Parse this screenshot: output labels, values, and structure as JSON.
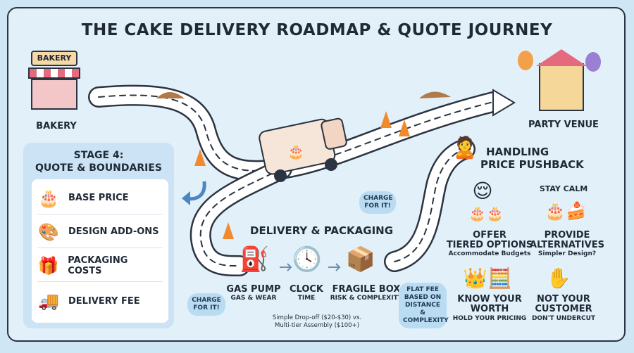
{
  "title": "THE CAKE DELIVERY ROADMAP & QUOTE JOURNEY",
  "start": {
    "sign": "BAKERY",
    "label": "BAKERY"
  },
  "end": {
    "label": "PARTY VENUE"
  },
  "stage": {
    "line1": "STAGE 4:",
    "line2": "QUOTE & BOUNDARIES",
    "items": [
      {
        "icon": "cake-icon",
        "label": "BASE PRICE"
      },
      {
        "icon": "palette-icon",
        "label": "DESIGN ADD-ONS"
      },
      {
        "icon": "gift-icon",
        "label": "PACKAGING COSTS"
      },
      {
        "icon": "truck-icon",
        "label": "DELIVERY FEE"
      }
    ]
  },
  "delivery": {
    "title": "DELIVERY & PACKAGING",
    "steps": [
      {
        "icon": "gas-pump-icon",
        "label": "GAS PUMP",
        "sub": "GAS & WEAR"
      },
      {
        "icon": "clock-icon",
        "label": "CLOCK",
        "sub": "TIME"
      },
      {
        "icon": "fragile-box-icon",
        "label": "FRAGILE BOX",
        "sub": "RISK & COMPLEXITY"
      }
    ],
    "bubble_top": "CHARGE FOR IT!",
    "bubble_left": "CHARGE FOR IT!",
    "bubble_right": "FLAT FEE BASED ON DISTANCE & COMPLEXITY",
    "note_line1": "Simple Drop-off ($20-$30) vs.",
    "note_line2": "Multi-tier Assembly ($100+)"
  },
  "pushback": {
    "title_line1": "HANDLING",
    "title_line2": "PRICE PUSHBACK",
    "stay_calm": "STAY CALM",
    "tips": [
      {
        "l1": "OFFER",
        "l2": "TIERED OPTIONS",
        "sub": "Accommodate Budgets"
      },
      {
        "l1": "PROVIDE",
        "l2": "ALTERNATIVES",
        "sub": "Simpler Design?"
      },
      {
        "l1": "KNOW YOUR",
        "l2": "WORTH",
        "sub": "HOLD YOUR PRICING"
      },
      {
        "l1": "NOT YOUR",
        "l2": "CUSTOMER",
        "sub": "DON'T UNDERCUT"
      }
    ]
  }
}
